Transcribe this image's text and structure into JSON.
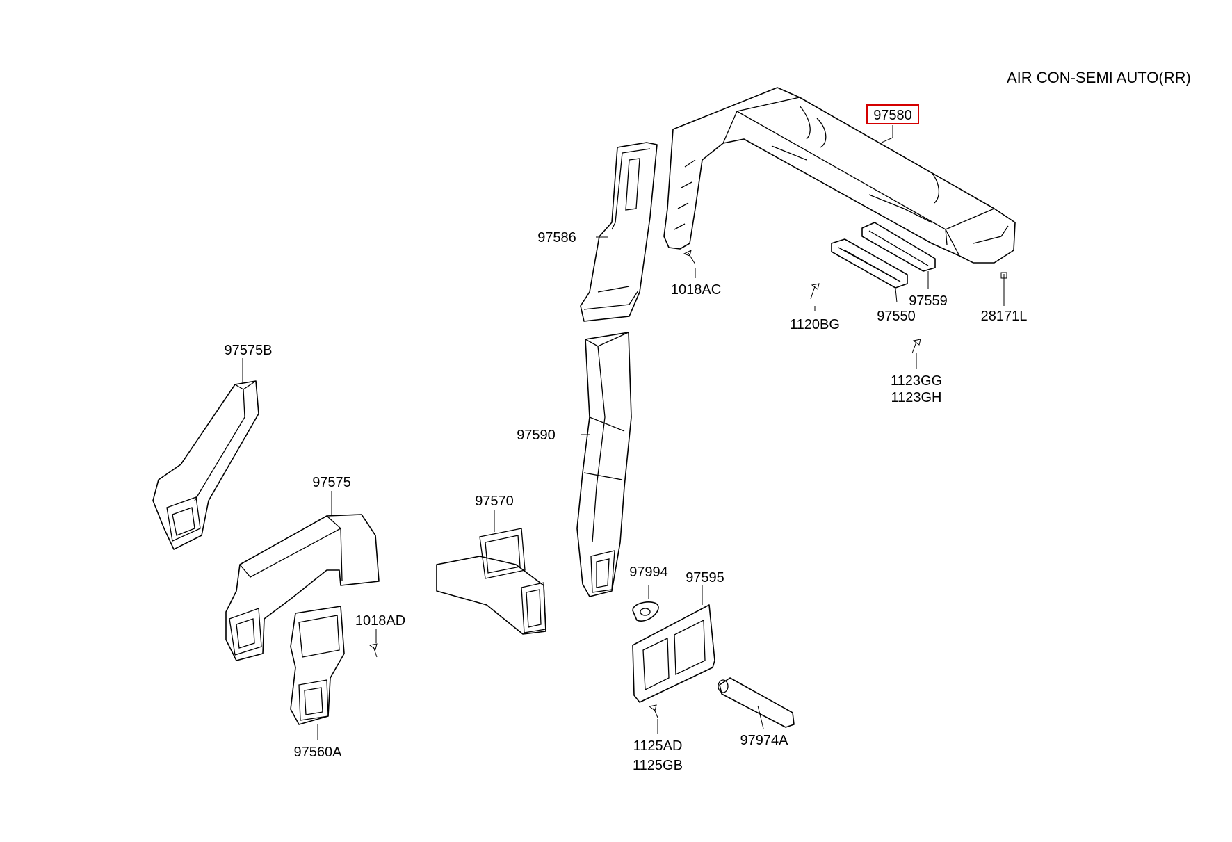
{
  "title": "AIR CON-SEMI AUTO(RR)",
  "highlight_color": "#d40000",
  "callouts": [
    {
      "id": "97580",
      "label": "97580",
      "highlighted": true
    },
    {
      "id": "97586",
      "label": "97586"
    },
    {
      "id": "1018AC",
      "label": "1018AC"
    },
    {
      "id": "1120BG",
      "label": "1120BG"
    },
    {
      "id": "97559",
      "label": "97559"
    },
    {
      "id": "97550",
      "label": "97550"
    },
    {
      "id": "28171L",
      "label": "28171L"
    },
    {
      "id": "1123GG",
      "label": "1123GG"
    },
    {
      "id": "1123GH",
      "label": "1123GH"
    },
    {
      "id": "97575B",
      "label": "97575B"
    },
    {
      "id": "97590",
      "label": "97590"
    },
    {
      "id": "97575",
      "label": "97575"
    },
    {
      "id": "97570",
      "label": "97570"
    },
    {
      "id": "97994",
      "label": "97994"
    },
    {
      "id": "97595",
      "label": "97595"
    },
    {
      "id": "1018AD",
      "label": "1018AD"
    },
    {
      "id": "1125AD",
      "label": "1125AD"
    },
    {
      "id": "1125GB",
      "label": "1125GB"
    },
    {
      "id": "97974A",
      "label": "97974A"
    },
    {
      "id": "97560A",
      "label": "97560A"
    }
  ]
}
